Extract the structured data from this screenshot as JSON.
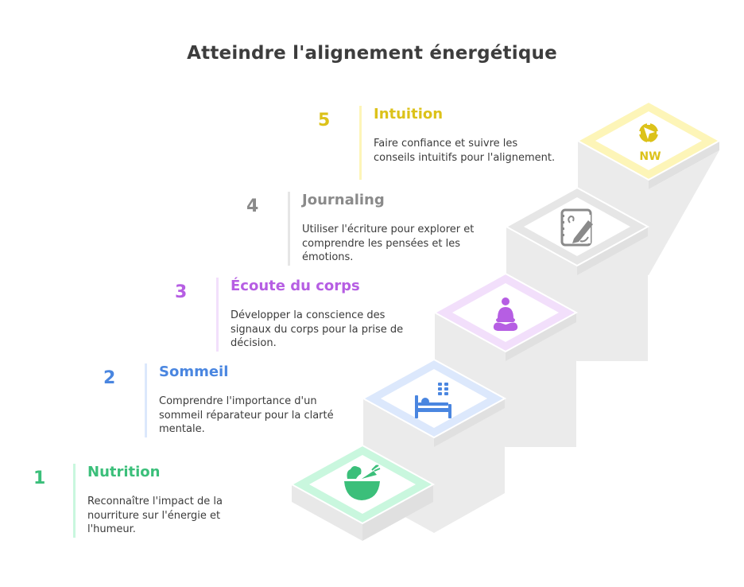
{
  "title": "Atteindre l'alignement énergétique",
  "steps": [
    {
      "number": "1",
      "title": "Nutrition",
      "description": "Reconnaître l'impact de la nourriture sur l'énergie et l'humeur.",
      "icon": "salad-bowl-icon",
      "color": "#3bbf7a",
      "light_color": "#c9f7de"
    },
    {
      "number": "2",
      "title": "Sommeil",
      "description": "Comprendre l'importance d'un sommeil réparateur pour la clarté mentale.",
      "icon": "bed-night-icon",
      "color": "#4a86e0",
      "light_color": "#dce8fc"
    },
    {
      "number": "3",
      "title": "Écoute du corps",
      "description": "Développer la conscience des signaux du corps pour la prise de décision.",
      "icon": "meditation-icon",
      "color": "#b65ee3",
      "light_color": "#f2dffb"
    },
    {
      "number": "4",
      "title": "Journaling",
      "description": "Utiliser l'écriture pour explorer et comprendre les pensées et les émotions.",
      "icon": "journal-pen-icon",
      "color": "#8a8a8a",
      "light_color": "#e6e6e6"
    },
    {
      "number": "5",
      "title": "Intuition",
      "description": "Faire confiance et suivre les conseils intuitifs pour l'alignement.",
      "icon": "compass-icon",
      "icon_label": "NW",
      "color": "#dcc21a",
      "light_color": "#fdf5b8"
    }
  ]
}
